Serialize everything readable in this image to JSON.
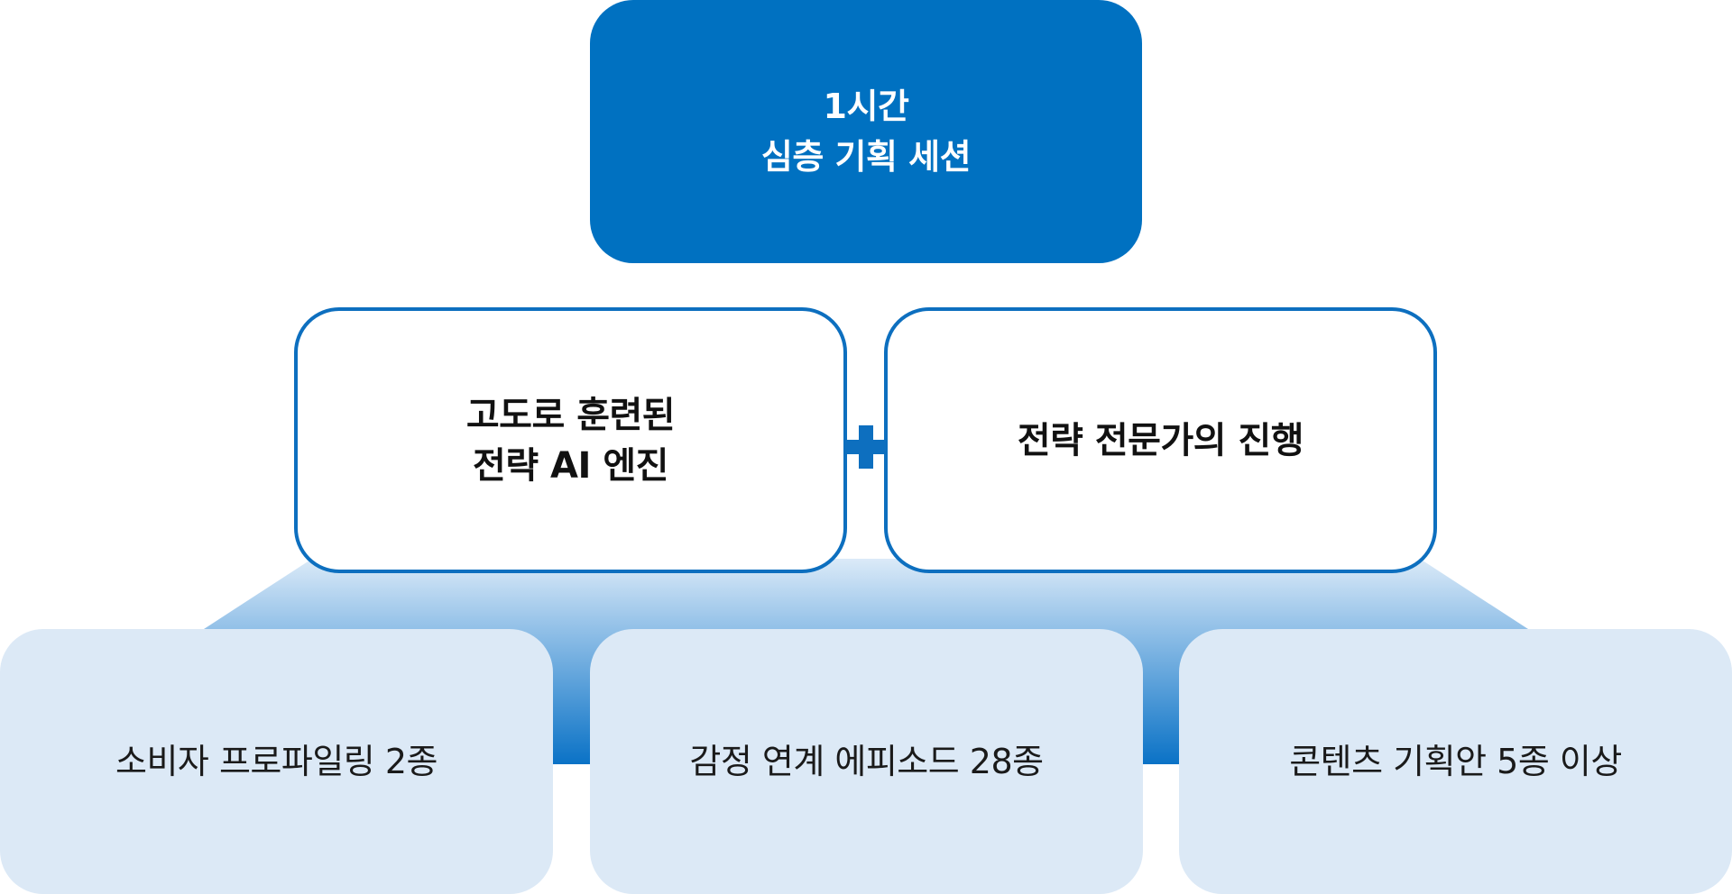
{
  "top": {
    "text": "1시간\n심층 기획 세션"
  },
  "middle": {
    "left": "고도로 훈련된\n전략 AI 엔진",
    "right": "전략 전문가의 진행"
  },
  "bottom": {
    "items": [
      "소비자 프로파일링 2종",
      "감정 연계 에피소드 28종",
      "콘텐츠 기획안 5종 이상"
    ]
  },
  "colors": {
    "primary": "#0071c1",
    "border": "#0d6fbf",
    "light": "#dce9f6"
  },
  "icons": {
    "connector": "plus-icon"
  }
}
